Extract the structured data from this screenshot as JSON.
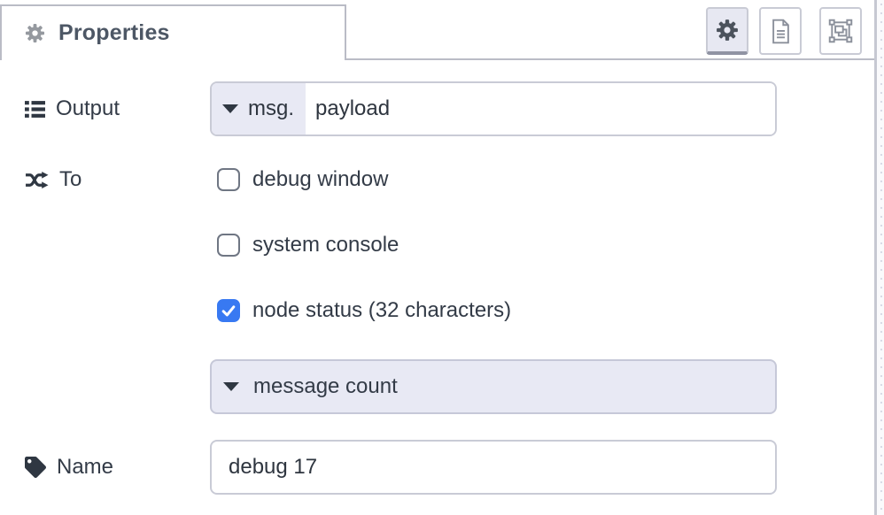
{
  "header": {
    "tab_label": "Properties",
    "buttons": [
      {
        "name": "properties-gear",
        "active": true
      },
      {
        "name": "description-doc",
        "active": false
      },
      {
        "name": "appearance",
        "active": false
      }
    ]
  },
  "form": {
    "output": {
      "label": "Output",
      "prefix": "msg.",
      "value": "payload"
    },
    "to": {
      "label": "To",
      "options": [
        {
          "label": "debug window",
          "checked": false
        },
        {
          "label": "system console",
          "checked": false
        },
        {
          "label": "node status (32 characters)",
          "checked": true
        }
      ]
    },
    "status_type": {
      "value": "message count"
    },
    "name": {
      "label": "Name",
      "value": "debug 17"
    }
  },
  "icons": {
    "tab": "gear-icon",
    "output": "list-icon",
    "to": "shuffle-icon",
    "name": "tag-icon",
    "buttons": [
      "gear-icon",
      "document-icon",
      "appearance-icon"
    ]
  },
  "colors": {
    "accent_lavender": "#e8e9f4",
    "border": "#c9cbd6",
    "tab_border": "#babcc6",
    "checkbox_checked": "#3879f2",
    "label_text": "#333b47",
    "header_text": "#4d5765"
  }
}
